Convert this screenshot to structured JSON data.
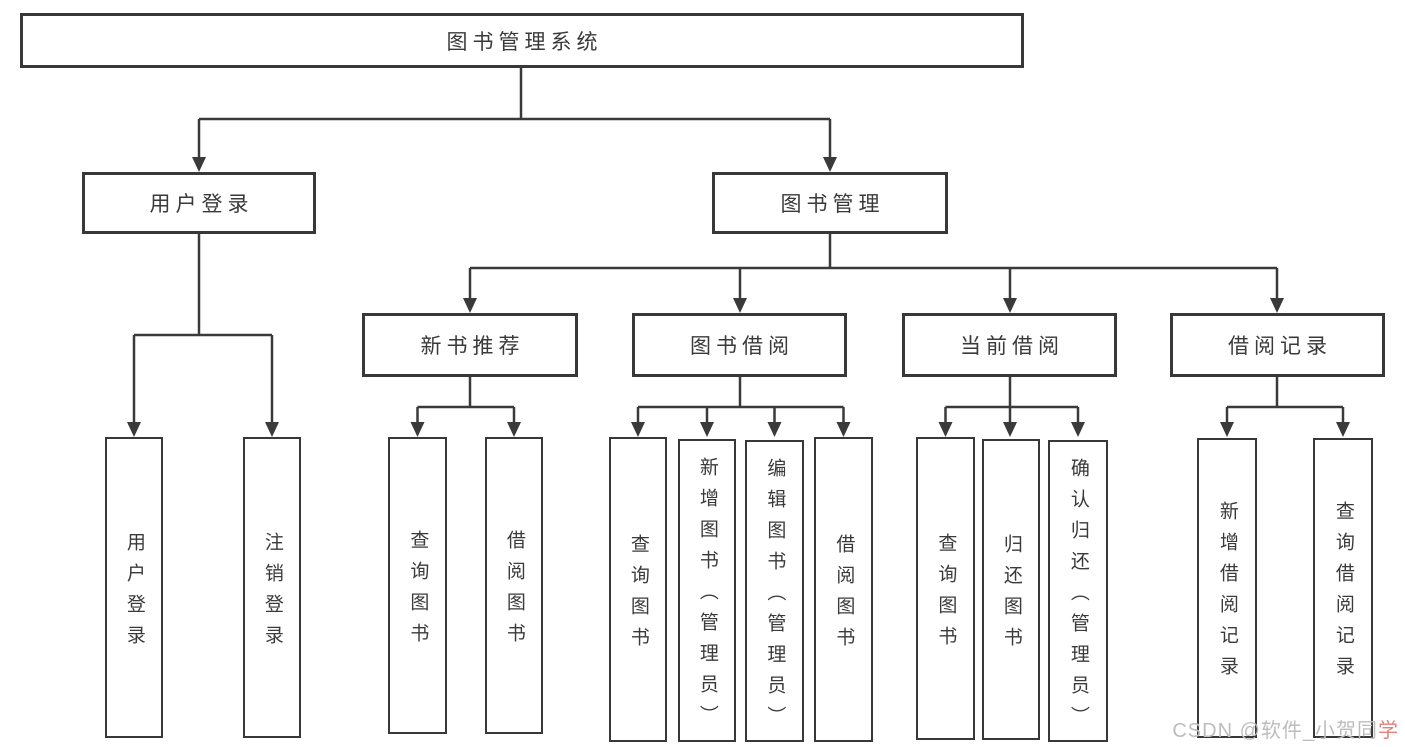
{
  "diagram": {
    "root": {
      "label": "图书管理系统"
    },
    "level1": [
      {
        "label": "用户登录"
      },
      {
        "label": "图书管理"
      }
    ],
    "level2": [
      {
        "label": "新书推荐",
        "parent": "图书管理"
      },
      {
        "label": "图书借阅",
        "parent": "图书管理"
      },
      {
        "label": "当前借阅",
        "parent": "图书管理"
      },
      {
        "label": "借阅记录",
        "parent": "图书管理"
      }
    ],
    "leaves": [
      {
        "label": "用户登录",
        "parent": "用户登录"
      },
      {
        "label": "注销登录",
        "parent": "用户登录"
      },
      {
        "label": "查询图书",
        "parent": "新书推荐"
      },
      {
        "label": "借阅图书",
        "parent": "新书推荐"
      },
      {
        "label": "查询图书",
        "parent": "图书借阅"
      },
      {
        "label": "新增图书（管理员）",
        "parent": "图书借阅"
      },
      {
        "label": "编辑图书（管理员）",
        "parent": "图书借阅"
      },
      {
        "label": "借阅图书",
        "parent": "图书借阅"
      },
      {
        "label": "查询图书",
        "parent": "当前借阅"
      },
      {
        "label": "归还图书",
        "parent": "当前借阅"
      },
      {
        "label": "确认归还（管理员）",
        "parent": "当前借阅"
      },
      {
        "label": "新增借阅记录",
        "parent": "借阅记录"
      },
      {
        "label": "查询借阅记录",
        "parent": "借阅记录"
      }
    ]
  },
  "watermark": {
    "main": "CSDN @软件_小贺同",
    "accent": "学"
  },
  "colors": {
    "background": "#ffffff",
    "box_border": "#383838",
    "line": "#3a3a3a",
    "text": "#3a3a3a",
    "watermark": "#bdbdbd",
    "watermark_accent": "#e2827c"
  }
}
